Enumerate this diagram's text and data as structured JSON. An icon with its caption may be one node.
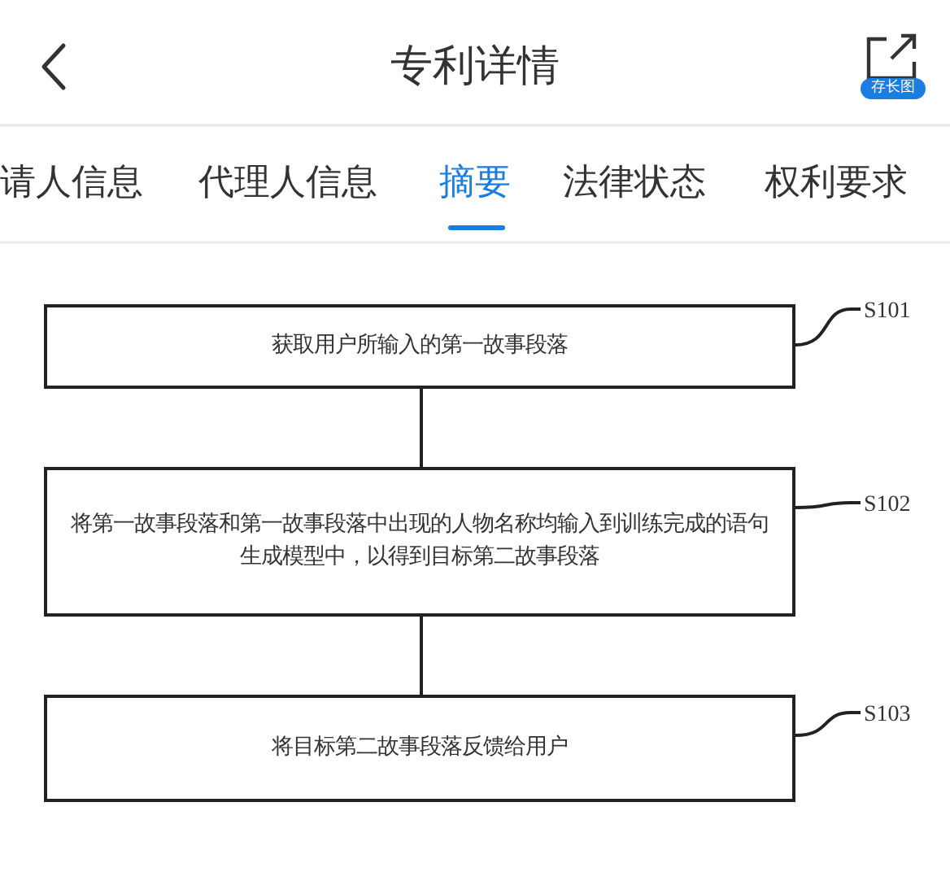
{
  "diagram": {
    "title": "专利详情",
    "nodes": [
      {
        "text": [
          "获取用户所输入的第一故事段落"
        ]
      },
      {
        "text": [
          "S101"
        ]
      },
      {
        "text": [
          "将第一故事段落和第一故事段落中出现的人物名称均输入到训练完成的语句生成模型中，以得到目标第二故事段落"
        ]
      },
      {
        "text": [
          "S102"
        ]
      },
      {
        "text": [
          "将目标第二故事段落反馈给用户"
        ]
      },
      {
        "text": [
          "S103"
        ]
      }
    ],
    "edges": [
      {
        "from": 0,
        "to": 2,
        "arrow": "none"
      },
      {
        "from": 2,
        "to": 4,
        "arrow": "none"
      },
      {
        "from": 1,
        "to": 0,
        "arrow": "none"
      },
      {
        "from": 3,
        "to": 2,
        "arrow": "none"
      },
      {
        "from": 5,
        "to": 4,
        "arrow": "none"
      }
    ],
    "labels": [
      "存长图",
      "请人信息",
      "代理人信息",
      "摘要",
      "法律状态",
      "权利要求"
    ]
  }
}
